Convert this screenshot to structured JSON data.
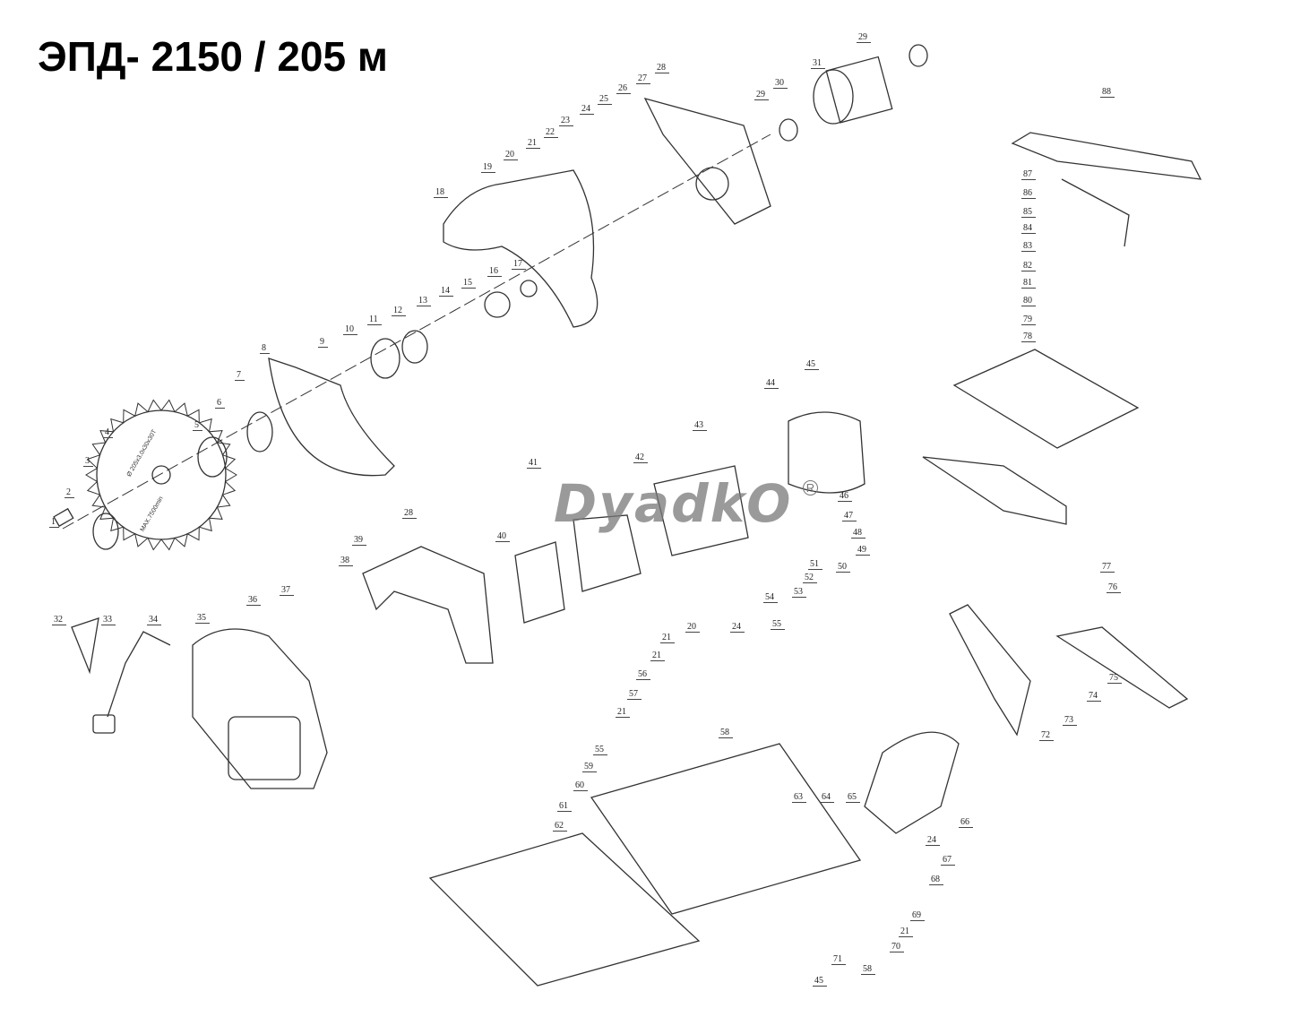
{
  "title": "ЭПД- 2150 / 205 м",
  "watermark": "DyadkO",
  "watermark_mark": "R",
  "blade_text": [
    "Ø 205x3.0x30x30T",
    "MAX.7500min"
  ],
  "part_labels": [
    "1",
    "2",
    "3",
    "4",
    "5",
    "6",
    "7",
    "8",
    "9",
    "10",
    "11",
    "12",
    "13",
    "14",
    "15",
    "16",
    "17",
    "18",
    "19",
    "20",
    "21",
    "22",
    "23",
    "24",
    "25",
    "26",
    "27",
    "28",
    "29",
    "30",
    "31",
    "29",
    "88",
    "87",
    "86",
    "85",
    "84",
    "83",
    "82",
    "81",
    "80",
    "79",
    "78",
    "45",
    "44",
    "43",
    "42",
    "41",
    "46",
    "47",
    "48",
    "49",
    "50",
    "51",
    "52",
    "53",
    "54",
    "40",
    "39",
    "28",
    "38",
    "37",
    "36",
    "35",
    "32",
    "33",
    "34",
    "77",
    "76",
    "75",
    "74",
    "73",
    "72",
    "55",
    "20",
    "24",
    "21",
    "21",
    "56",
    "57",
    "58",
    "21",
    "55",
    "59",
    "60",
    "61",
    "62",
    "63",
    "64",
    "65",
    "66",
    "24",
    "67",
    "68",
    "69",
    "21",
    "70",
    "71",
    "58",
    "45"
  ]
}
